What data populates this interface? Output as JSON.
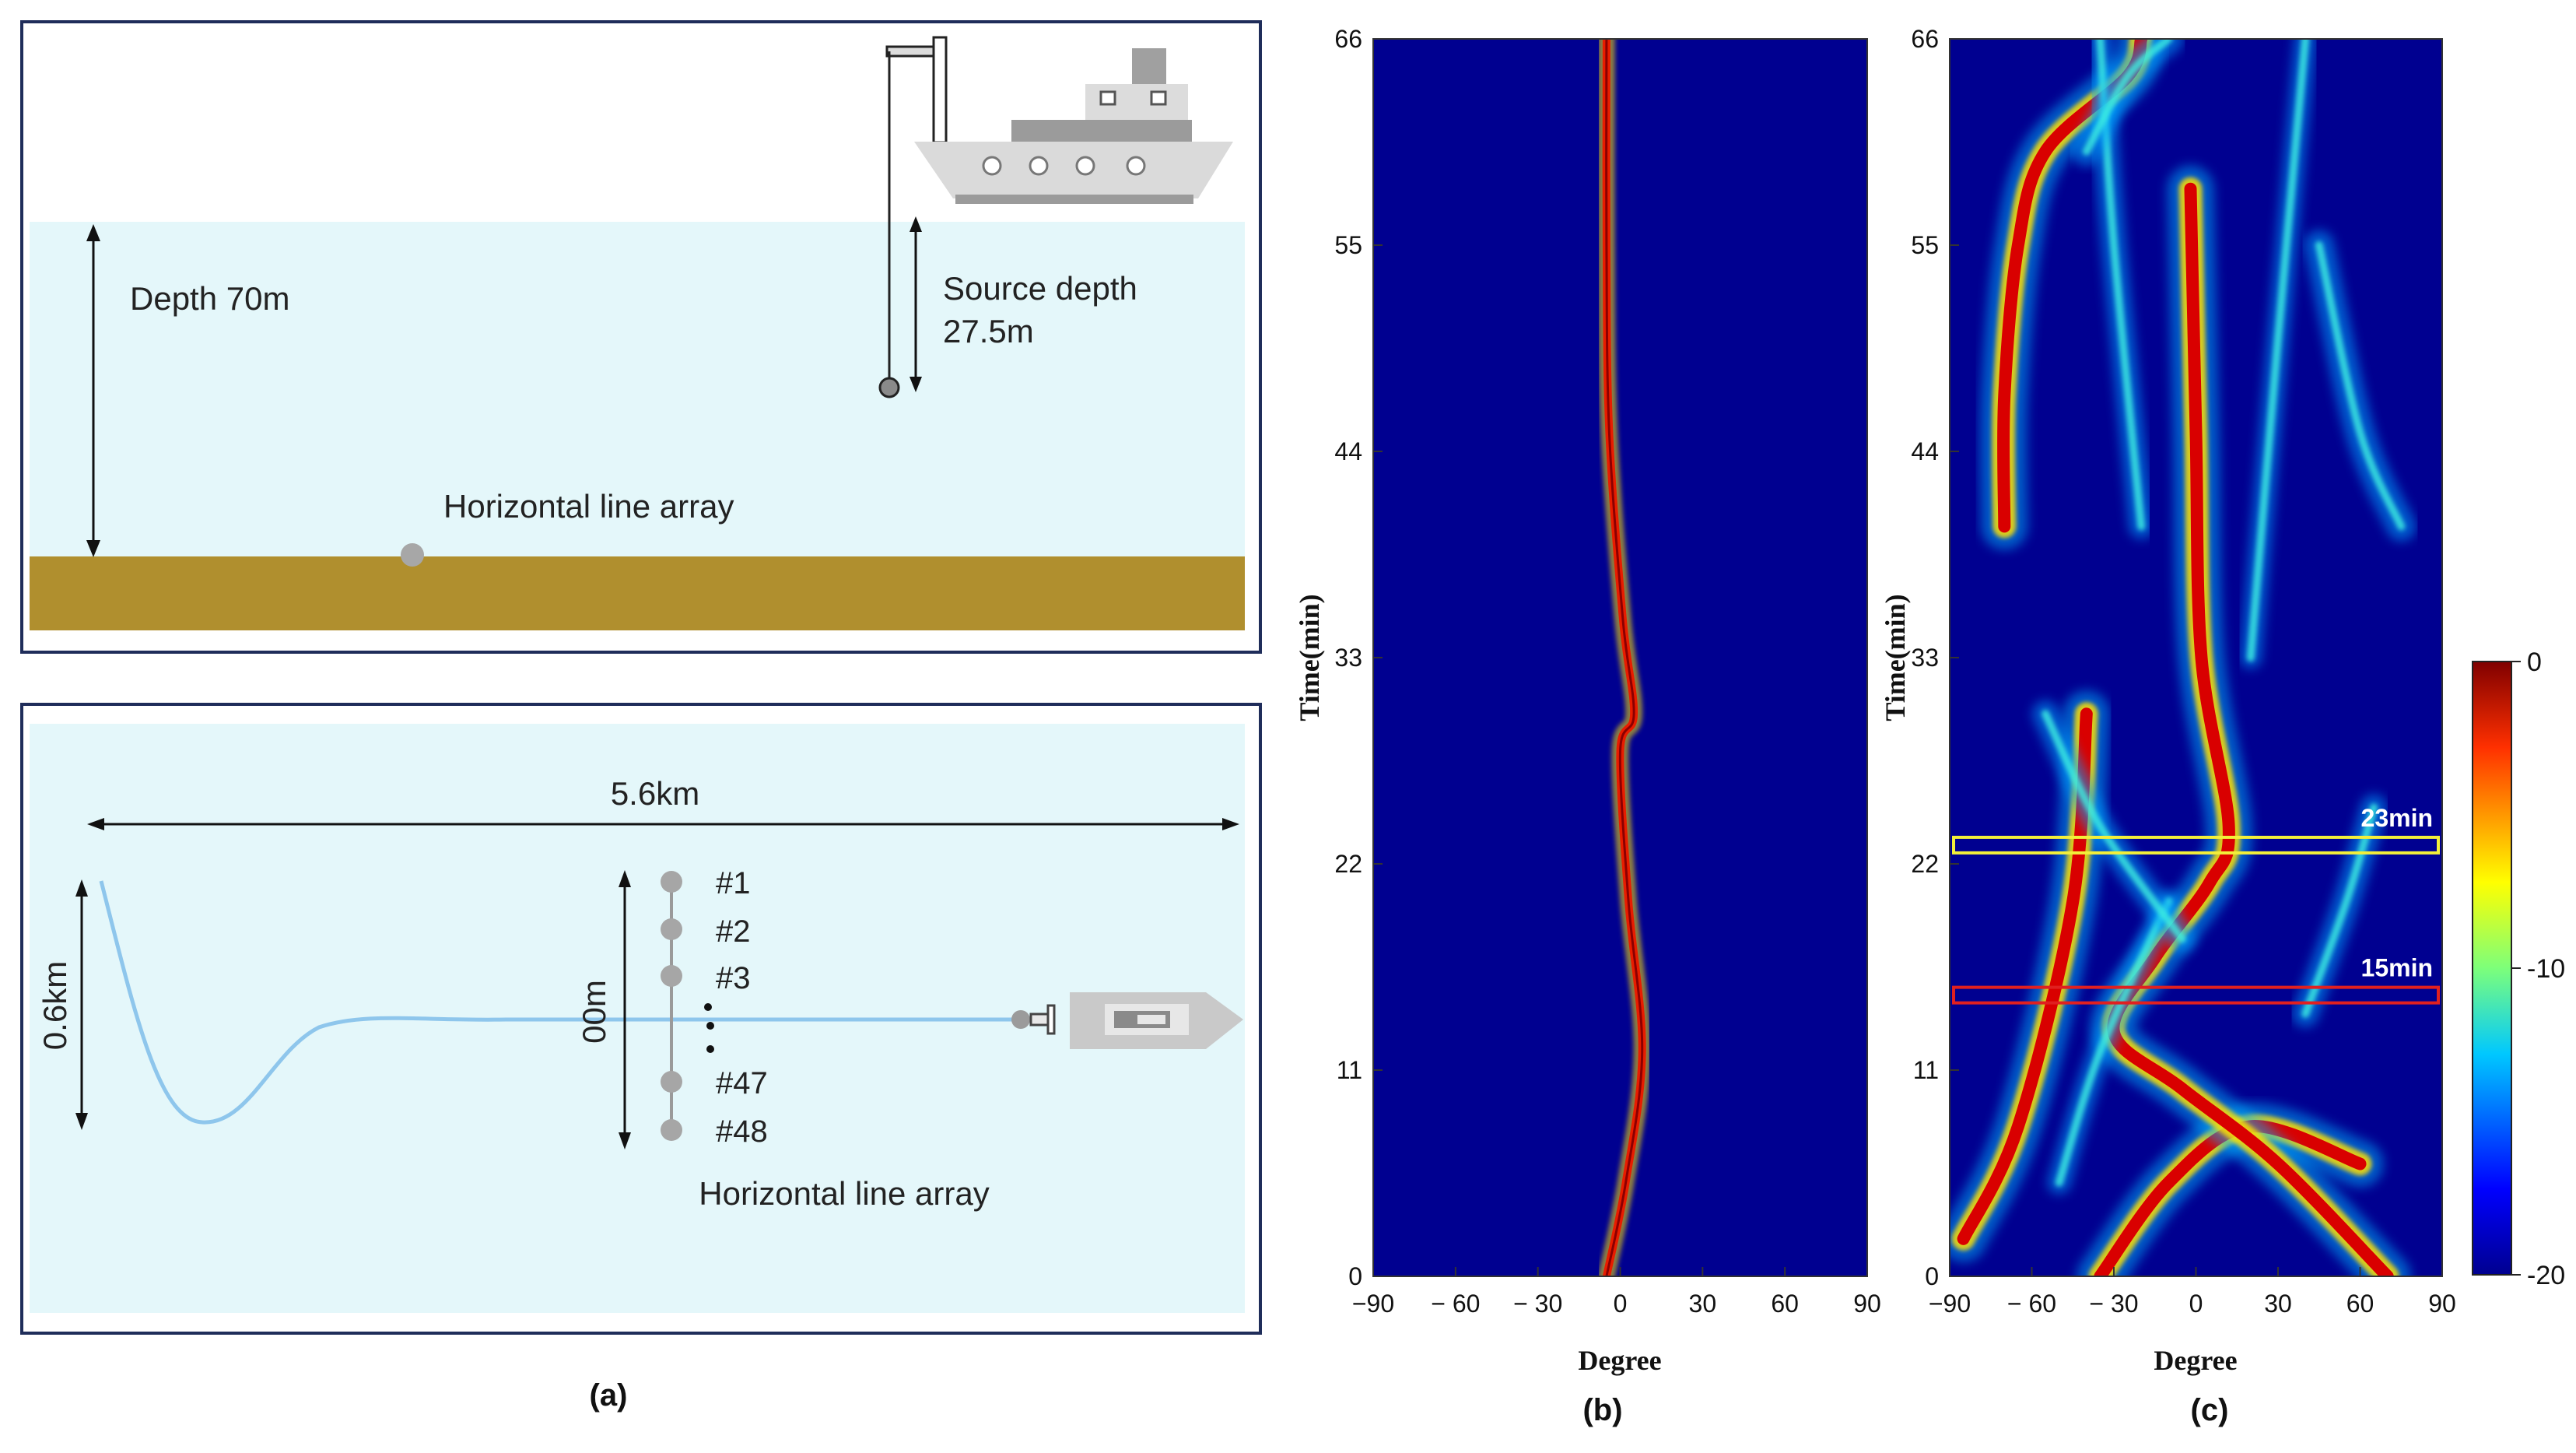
{
  "panel_a": {
    "caption": "(a)",
    "side_view": {
      "depth_label": "Depth 70m",
      "source_label_line1": "Source depth",
      "source_label_line2": "27.5m",
      "array_label": "Horizontal line array"
    },
    "top_view": {
      "distance_label": "5.6km",
      "offset_label": "0.6km",
      "spacing_label": "00m",
      "array_label": "Horizontal line array",
      "elements": [
        "#1",
        "#2",
        "#3",
        "#47",
        "#48"
      ]
    },
    "colors": {
      "water": "#e4f7fa",
      "seabed": "#b08f2e",
      "frame": "#1f2d5a",
      "cable": "#8ec6ec"
    }
  },
  "chart_data": [
    {
      "type": "heatmap",
      "caption": "(b)",
      "xlabel": "Degree",
      "ylabel": "Time(min)",
      "xlim": [
        -90,
        90
      ],
      "ylim": [
        0,
        66
      ],
      "xticks": [
        "−90",
        "− 60",
        "− 30",
        "0",
        "30",
        "60",
        "90"
      ],
      "yticks": [
        "0",
        "11",
        "22",
        "33",
        "44",
        "55",
        "66"
      ],
      "tracks": [
        {
          "points": [
            [
              -5,
              0
            ],
            [
              2,
              5
            ],
            [
              8,
              12
            ],
            [
              3,
              20
            ],
            [
              0,
              28
            ],
            [
              5,
              30
            ],
            [
              1,
              35
            ],
            [
              -4,
              45
            ],
            [
              -5,
              55
            ],
            [
              -5,
              66
            ]
          ]
        }
      ]
    },
    {
      "type": "heatmap",
      "caption": "(c)",
      "xlabel": "Degree",
      "ylabel": "Time(min)",
      "xlim": [
        -90,
        90
      ],
      "ylim": [
        0,
        66
      ],
      "xticks": [
        "−90",
        "− 60",
        "− 30",
        "0",
        "30",
        "60",
        "90"
      ],
      "yticks": [
        "0",
        "11",
        "22",
        "33",
        "44",
        "55",
        "66"
      ],
      "annotations": [
        {
          "label": "23min",
          "time": 23,
          "color": "#f3ef3a"
        },
        {
          "label": "15min",
          "time": 15,
          "color": "#e02020"
        }
      ],
      "colorbar": {
        "min": -20,
        "max": 0,
        "ticks": [
          "0",
          "-10",
          "-20"
        ]
      },
      "tracks": [
        {
          "level": 1.0,
          "points": [
            [
              -35,
              0
            ],
            [
              -10,
              5
            ],
            [
              20,
              8
            ],
            [
              60,
              6
            ]
          ]
        },
        {
          "level": 1.0,
          "points": [
            [
              70,
              0
            ],
            [
              30,
              6
            ],
            [
              -5,
              10
            ],
            [
              -30,
              13
            ],
            [
              -15,
              17
            ],
            [
              5,
              21
            ],
            [
              12,
              24
            ],
            [
              2,
              33
            ],
            [
              0,
              45
            ],
            [
              -2,
              58
            ]
          ]
        },
        {
          "level": 0.9,
          "points": [
            [
              -85,
              2
            ],
            [
              -65,
              8
            ],
            [
              -45,
              20
            ],
            [
              -40,
              30
            ]
          ]
        },
        {
          "level": 1.0,
          "points": [
            [
              -70,
              40
            ],
            [
              -70,
              47
            ],
            [
              -65,
              55
            ],
            [
              -55,
              60
            ],
            [
              -25,
              64
            ],
            [
              -20,
              66
            ]
          ]
        },
        {
          "level": 0.5,
          "points": [
            [
              -50,
              5
            ],
            [
              -35,
              12
            ],
            [
              -10,
              20
            ]
          ]
        },
        {
          "level": 0.55,
          "points": [
            [
              -35,
              66
            ],
            [
              -30,
              55
            ],
            [
              -20,
              40
            ]
          ]
        },
        {
          "level": 0.45,
          "points": [
            [
              40,
              66
            ],
            [
              30,
              50
            ],
            [
              20,
              33
            ]
          ]
        },
        {
          "level": 0.6,
          "points": [
            [
              40,
              14
            ],
            [
              55,
              20
            ],
            [
              65,
              25
            ]
          ]
        },
        {
          "level": 0.7,
          "points": [
            [
              45,
              55
            ],
            [
              60,
              45
            ],
            [
              75,
              40
            ]
          ]
        },
        {
          "level": 0.6,
          "points": [
            [
              -5,
              18
            ],
            [
              -35,
              24
            ],
            [
              -55,
              30
            ]
          ]
        },
        {
          "level": 0.7,
          "points": [
            [
              -10,
              66
            ],
            [
              -25,
              64
            ],
            [
              -40,
              60
            ]
          ]
        }
      ]
    }
  ]
}
